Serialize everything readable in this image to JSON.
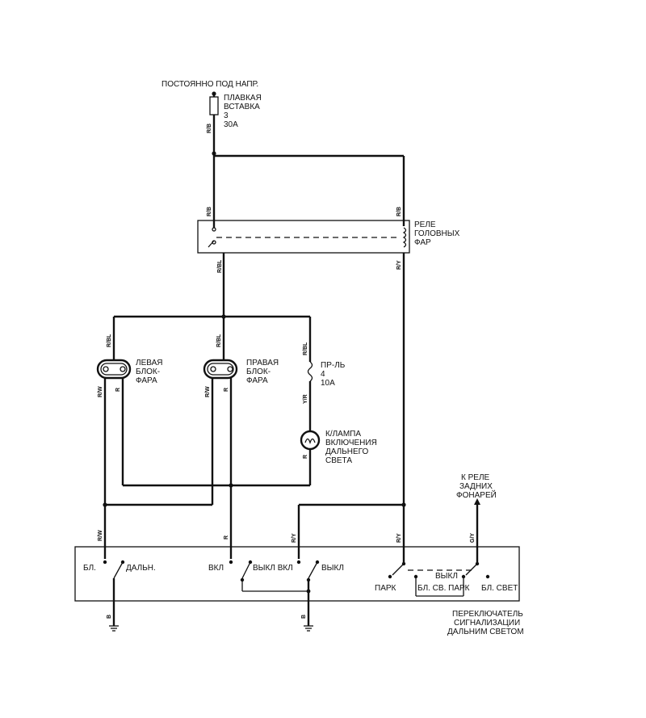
{
  "labels": {
    "battery": "ПОСТОЯННО ПОД НАПР.",
    "fuse3": [
      "ПЛАВКАЯ",
      "ВСТАВКА",
      "3",
      "30A"
    ],
    "relay": [
      "РЕЛЕ",
      "ГОЛОВНЫХ",
      "ФАР"
    ],
    "left_headlamp": [
      "ЛЕВАЯ",
      "БЛОК-",
      "ФАРА"
    ],
    "right_headlamp": [
      "ПРАВАЯ",
      "БЛОК-",
      "ФАРА"
    ],
    "fuse4": [
      "ПР-ЛЬ",
      "4",
      "10A"
    ],
    "indicator": [
      "К/ЛАМПА",
      "ВКЛЮЧЕНИЯ",
      "ДАЛЬНЕГО",
      "СВЕТА"
    ],
    "tail_relay": [
      "К РЕЛЕ",
      "ЗАДНИХ",
      "ФОНАРЕЙ"
    ],
    "switch_name": [
      "ПЕРЕКЛЮЧАТЕЛЬ",
      "СИГНАЛИЗАЦИИ",
      "ДАЛЬНИМ СВЕТОМ"
    ],
    "sw_bl": "БЛ.",
    "sw_daln": "ДАЛЬН.",
    "sw_vkl": "ВКЛ",
    "sw_vykl_vkl": "ВЫКЛ ВКЛ",
    "sw_vykl": "ВЫКЛ",
    "sw_park": "ПАРК",
    "sw_bl_sv_park": "БЛ. СВ. ПАРК",
    "sw_vykl2": "ВЫКЛ",
    "sw_bl_svet": "БЛ. СВЕТ"
  },
  "wire_codes": {
    "rb_top": "R/B",
    "rb_relay_left": "R/B",
    "rb_relay_right": "R/B",
    "rbl_relay_out": "R/BL",
    "ry_relay_out": "R/Y",
    "rbl_left_lamp": "R/BL",
    "rbl_right_lamp": "R/BL",
    "rbl_fuse4": "R/BL",
    "rw_left": "R/W",
    "r_left": "R",
    "rw_right": "R/W",
    "r_right": "R",
    "yr_fuse4": "Y/R",
    "r_indicator": "R",
    "rw_switch": "R/W",
    "r_switch": "R",
    "ry_switch_left": "R/Y",
    "ry_switch_right": "R/Y",
    "gy_switch": "G/Y",
    "b_ground_left": "B",
    "b_ground_mid": "B"
  },
  "icons": {
    "fuse": "fuse-icon",
    "relay_coil": "coil-icon",
    "headlamp": "headlamp-icon",
    "indicator_lamp": "lamp-icon",
    "ground": "ground-icon",
    "arrow": "arrow-up-icon"
  }
}
